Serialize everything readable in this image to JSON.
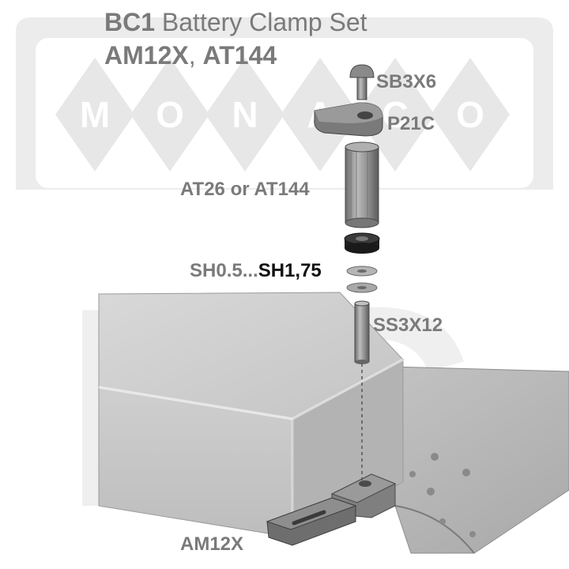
{
  "title": {
    "code": "BC1",
    "name": "Battery Clamp Set",
    "models": [
      "AM12X",
      "AT144"
    ],
    "separator": ","
  },
  "watermark": {
    "letters": [
      "M",
      "O",
      "N",
      "A",
      "C",
      "O"
    ],
    "big_text": "RC"
  },
  "parts": {
    "screw": "SB3X6",
    "clamp_arm": "P21C",
    "spacer": "AT26 or AT144",
    "shims_prefix": "SH0.5...",
    "shims_highlight": "SH1,75",
    "stud": "SS3X12",
    "mount": "AM12X"
  },
  "colors": {
    "label": "#7a7a7a",
    "highlight": "#111111",
    "watermark": "#e7e7e7",
    "part_dark": "#555555",
    "part_mid": "#8a8a8a",
    "part_light": "#c4c4c4"
  }
}
